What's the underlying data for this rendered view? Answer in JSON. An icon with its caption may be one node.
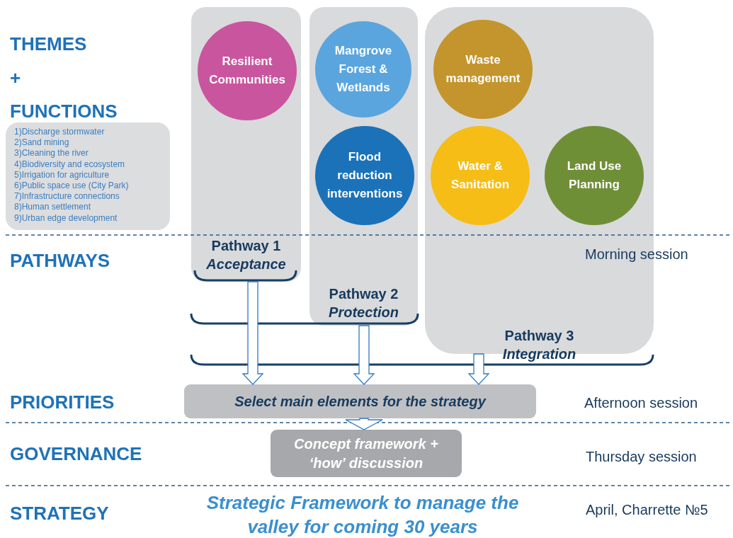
{
  "diagram": {
    "nodes": [
      {
        "text": [
          "Pathway 1",
          "Acceptance"
        ]
      },
      {
        "text": [
          "Resilient Communities"
        ],
        "in": 0
      },
      {
        "text": [
          "Pathway 2",
          "Protection"
        ]
      },
      {
        "text": [
          "Mangrove Forest & Wetlands"
        ],
        "in": 2
      },
      {
        "text": [
          "Flood reduction interventions"
        ],
        "in": 2
      },
      {
        "text": [
          "Pathway 3",
          "Integration"
        ]
      },
      {
        "text": [
          "Waste management"
        ],
        "in": 5
      },
      {
        "text": [
          "Water & Sanitation"
        ],
        "in": 5
      },
      {
        "text": [
          "Land Use Planning"
        ],
        "in": 5
      },
      {
        "text": [
          "1)Discharge stormwater",
          "2)Sand mining",
          "3)Cleaning the river",
          "4)Biodiversity and ecosystem",
          "5)Irrigation for agriculture",
          "6)Public space use (City Park)",
          "7)Infrastructure connections",
          "8)Human settlement",
          "9)Urban edge development"
        ]
      },
      {
        "text": [
          "Select main elements for the strategy"
        ]
      },
      {
        "text": [
          "Concept framework + ‘how’ discussion"
        ]
      }
    ],
    "edges": [
      {
        "from": 0,
        "to": 10,
        "arrow": "to"
      },
      {
        "from": 2,
        "to": 10,
        "arrow": "to"
      },
      {
        "from": 5,
        "to": 10,
        "arrow": "to"
      },
      {
        "from": 10,
        "to": 11,
        "arrow": "to"
      }
    ],
    "labels": [
      "THEMES",
      "+",
      "FUNCTIONS",
      "PATHWAYS",
      "Morning session",
      "PRIORITIES",
      "Afternoon session",
      "GOVERNANCE",
      "Thursday session",
      "STRATEGY",
      "Strategic Framework to manage the valley for coming 30 years",
      "April, Charrette №5"
    ]
  }
}
